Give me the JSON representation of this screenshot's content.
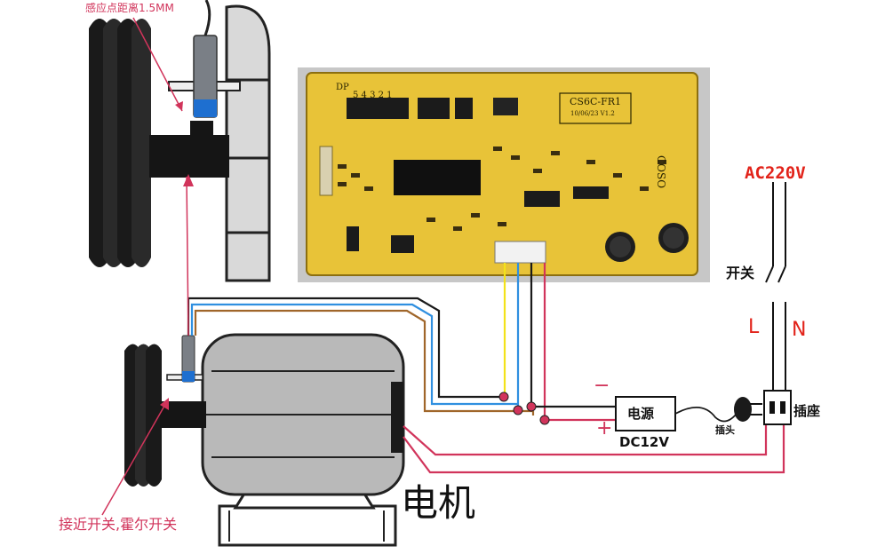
{
  "labels": {
    "sensor_distance": "感应点距离1.5MM",
    "supply_voltage": "AC220V",
    "switch": "开关",
    "live": "L",
    "neutral": "N",
    "socket": "插座",
    "power_supply": "电源",
    "dc_output": "DC12V",
    "plug": "插头",
    "negative": "−",
    "positive": "+",
    "proximity_switch": "接近开关,霍尔开关",
    "motor": "电机"
  },
  "board": {
    "model": "CS6C-FR1",
    "date": "10/06/23 V1.2",
    "dp_label": "DP",
    "digit_labels": "5 4 3 2 1",
    "brand": "COSO"
  },
  "colors": {
    "label_pink": "#d1345b",
    "label_red": "#e2231a",
    "wire_yellow": "#f3e21a",
    "wire_blue": "#2f8fe0",
    "wire_black": "#1a1a1a",
    "wire_pink": "#d1345b",
    "wire_brown": "#a0662a",
    "pcb": "#e8c338",
    "motor_body": "#b9b9b9"
  }
}
